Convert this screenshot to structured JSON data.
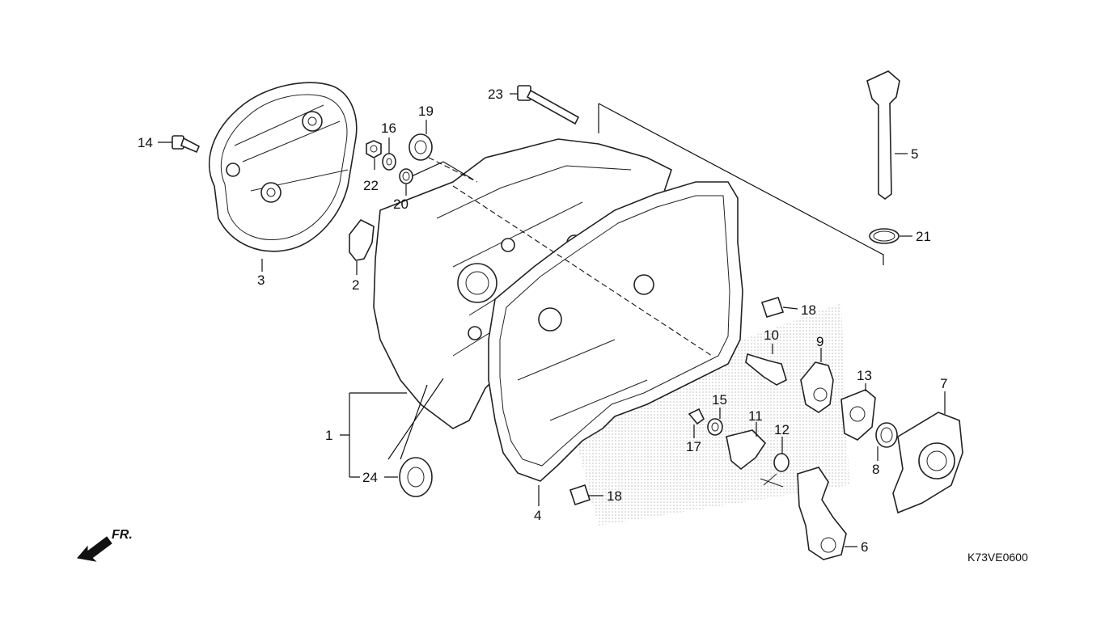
{
  "diagram_code": "K73VE0600",
  "direction_label": "FR.",
  "callouts": [
    "1",
    "2",
    "3",
    "4",
    "5",
    "6",
    "7",
    "8",
    "9",
    "10",
    "11",
    "12",
    "13",
    "14",
    "15",
    "16",
    "17",
    "18",
    "18",
    "19",
    "20",
    "21",
    "22",
    "23",
    "24"
  ]
}
